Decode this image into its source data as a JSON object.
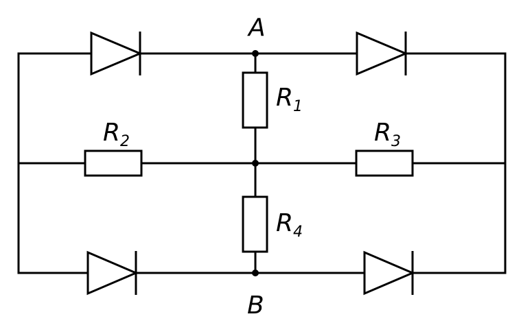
{
  "diagram": {
    "nodes": {
      "A": "A",
      "B": "B"
    },
    "resistors": [
      {
        "name": "R",
        "sub": "1"
      },
      {
        "name": "R",
        "sub": "2"
      },
      {
        "name": "R",
        "sub": "3"
      },
      {
        "name": "R",
        "sub": "4"
      }
    ],
    "colors": {
      "stroke": "#000000",
      "background": "#ffffff"
    }
  }
}
